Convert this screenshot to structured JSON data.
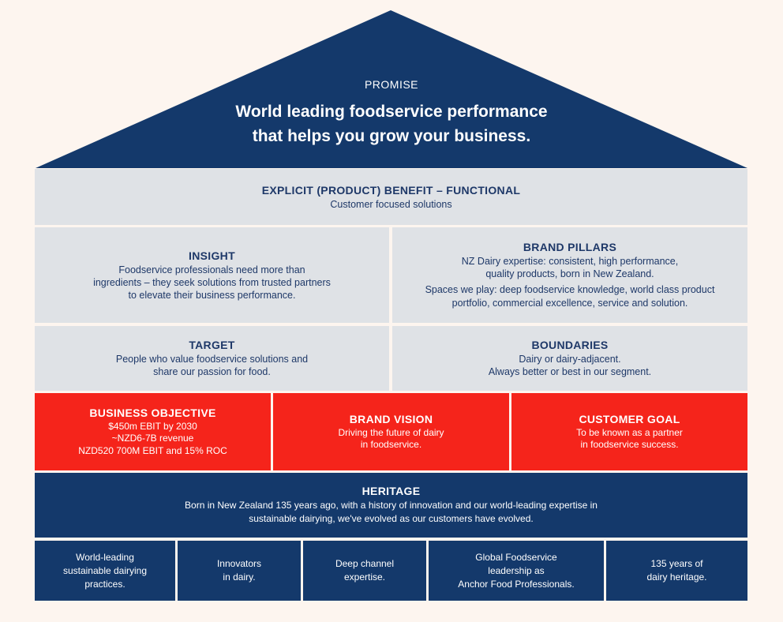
{
  "promise": {
    "label": "PROMISE",
    "title_line1": "World leading foodservice performance",
    "title_line2": "that helps you grow your business."
  },
  "benefit": {
    "heading": "EXPLICIT (PRODUCT) BENEFIT – FUNCTIONAL",
    "text": "Customer focused solutions"
  },
  "insight": {
    "heading": "INSIGHT",
    "lines": [
      "Foodservice professionals need more than",
      "ingredients – they seek solutions from trusted partners",
      "to elevate their business performance."
    ]
  },
  "brand_pillars": {
    "heading": "BRAND PILLARS",
    "p1_lines": [
      "NZ Dairy expertise: consistent, high performance,",
      "quality products, born in New Zealand."
    ],
    "p2_lines": [
      "Spaces we play: deep foodservice knowledge, world class product",
      "portfolio, commercial excellence, service and solution."
    ]
  },
  "target": {
    "heading": "TARGET",
    "lines": [
      "People who value foodservice solutions and",
      "share our passion for food."
    ]
  },
  "boundaries": {
    "heading": "BOUNDARIES",
    "lines": [
      "Dairy or dairy-adjacent.",
      "Always better or best in our segment."
    ]
  },
  "business_objective": {
    "heading": "BUSINESS OBJECTIVE",
    "lines": [
      "$450m EBIT by 2030",
      "~NZD6-7B revenue",
      "NZD520 700M EBIT and 15% ROC"
    ]
  },
  "brand_vision": {
    "heading": "BRAND VISION",
    "lines": [
      "Driving the future of dairy",
      "in foodservice."
    ]
  },
  "customer_goal": {
    "heading": "CUSTOMER GOAL",
    "lines": [
      "To be known as a partner",
      "in foodservice success."
    ]
  },
  "heritage": {
    "heading": "HERITAGE",
    "lines": [
      "Born in New Zealand 135 years ago, with a history of innovation and our world-leading expertise in",
      "sustainable dairying, we've evolved as our customers have evolved."
    ]
  },
  "foundations": [
    {
      "lines": [
        "World-leading",
        "sustainable dairying",
        "practices."
      ]
    },
    {
      "lines": [
        "Innovators",
        "in dairy."
      ]
    },
    {
      "lines": [
        "Deep channel",
        "expertise."
      ]
    },
    {
      "lines": [
        "Global Foodservice",
        "leadership as",
        "Anchor Food Professionals."
      ]
    },
    {
      "lines": [
        "135 years of",
        "dairy heritage."
      ]
    }
  ],
  "colors": {
    "navy": "#14396b",
    "red": "#f5241b",
    "grey": "#dfe2e6",
    "background": "#fdf5ef",
    "heading_text": "#1e3868"
  }
}
